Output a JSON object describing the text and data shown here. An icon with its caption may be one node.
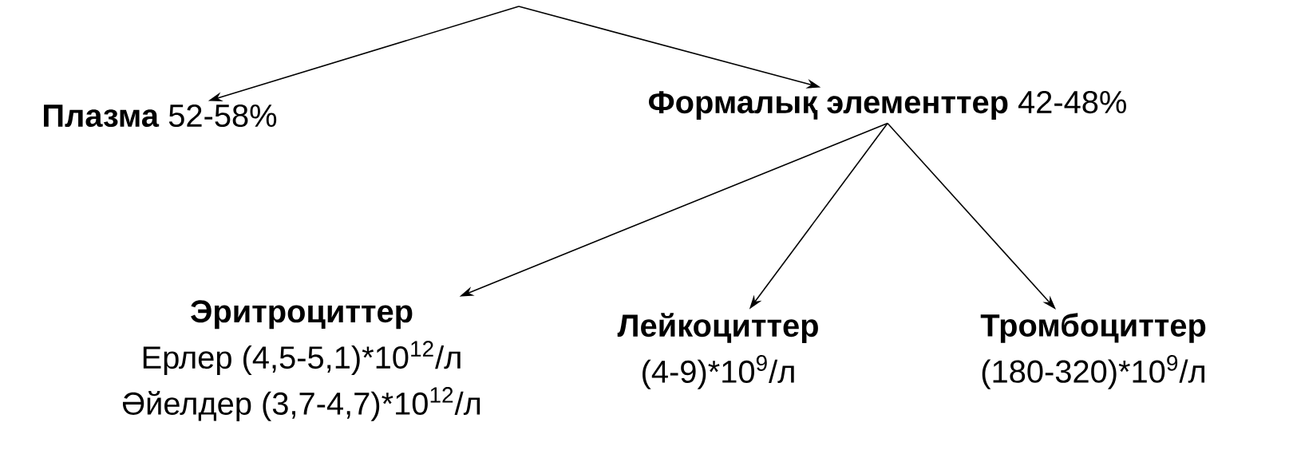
{
  "diagram": {
    "nodes": [
      {
        "text": [
          "**Плазма** 52-58%"
        ]
      },
      {
        "text": [
          "**Формалық элементтер** 42-48%"
        ]
      },
      {
        "text": [
          "Эритроциттер",
          "Ерлер (4,5-5,1)*10$^{12}$/л",
          "Әйелдер (3,7-4,7)*10$^{12}$/л"
        ]
      },
      {
        "text": [
          "Лейкоциттер",
          "(4-9)*10$^{9}$/л"
        ]
      },
      {
        "text": [
          "Тромбоциттер",
          "(180-320)*10$^{9}$/л"
        ]
      }
    ],
    "edges": [
      {
        "from": null,
        "to": 0,
        "arrow": "to"
      },
      {
        "from": null,
        "to": 1,
        "arrow": "to"
      },
      {
        "from": 1,
        "to": 2,
        "arrow": "to"
      },
      {
        "from": 1,
        "to": 3,
        "arrow": "to"
      },
      {
        "from": 1,
        "to": 4,
        "arrow": "to"
      }
    ]
  }
}
